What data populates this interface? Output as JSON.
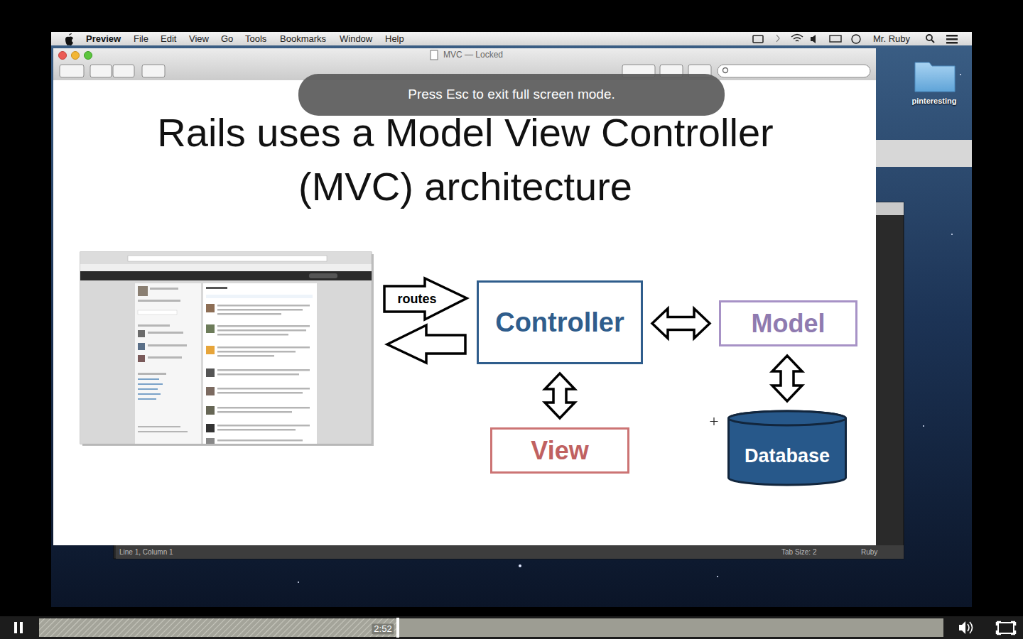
{
  "diagram": {
    "title": "Rails uses a Model View Controller (MVC) architecture",
    "nodes": [
      {
        "text": [
          "Controller"
        ]
      },
      {
        "text": [
          "Model"
        ]
      },
      {
        "text": [
          "View"
        ]
      },
      {
        "text": [
          "Database"
        ]
      }
    ],
    "edges": [
      {
        "from": 0,
        "to": 1,
        "arrow": "both"
      },
      {
        "from": 0,
        "to": 2,
        "arrow": "both"
      },
      {
        "from": 1,
        "to": 3,
        "arrow": "both"
      }
    ],
    "labels": [
      "Preview",
      "File",
      "Edit",
      "View",
      "Go",
      "Tools",
      "Bookmarks",
      "Window",
      "Help",
      "Mr. Ruby",
      "MVC — Locked",
      "Press Esc to exit full screen mode.",
      "pinteresting",
      "routes",
      "Line 1, Column 1",
      "Tab Size: 2",
      "Ruby",
      "2:52"
    ]
  }
}
